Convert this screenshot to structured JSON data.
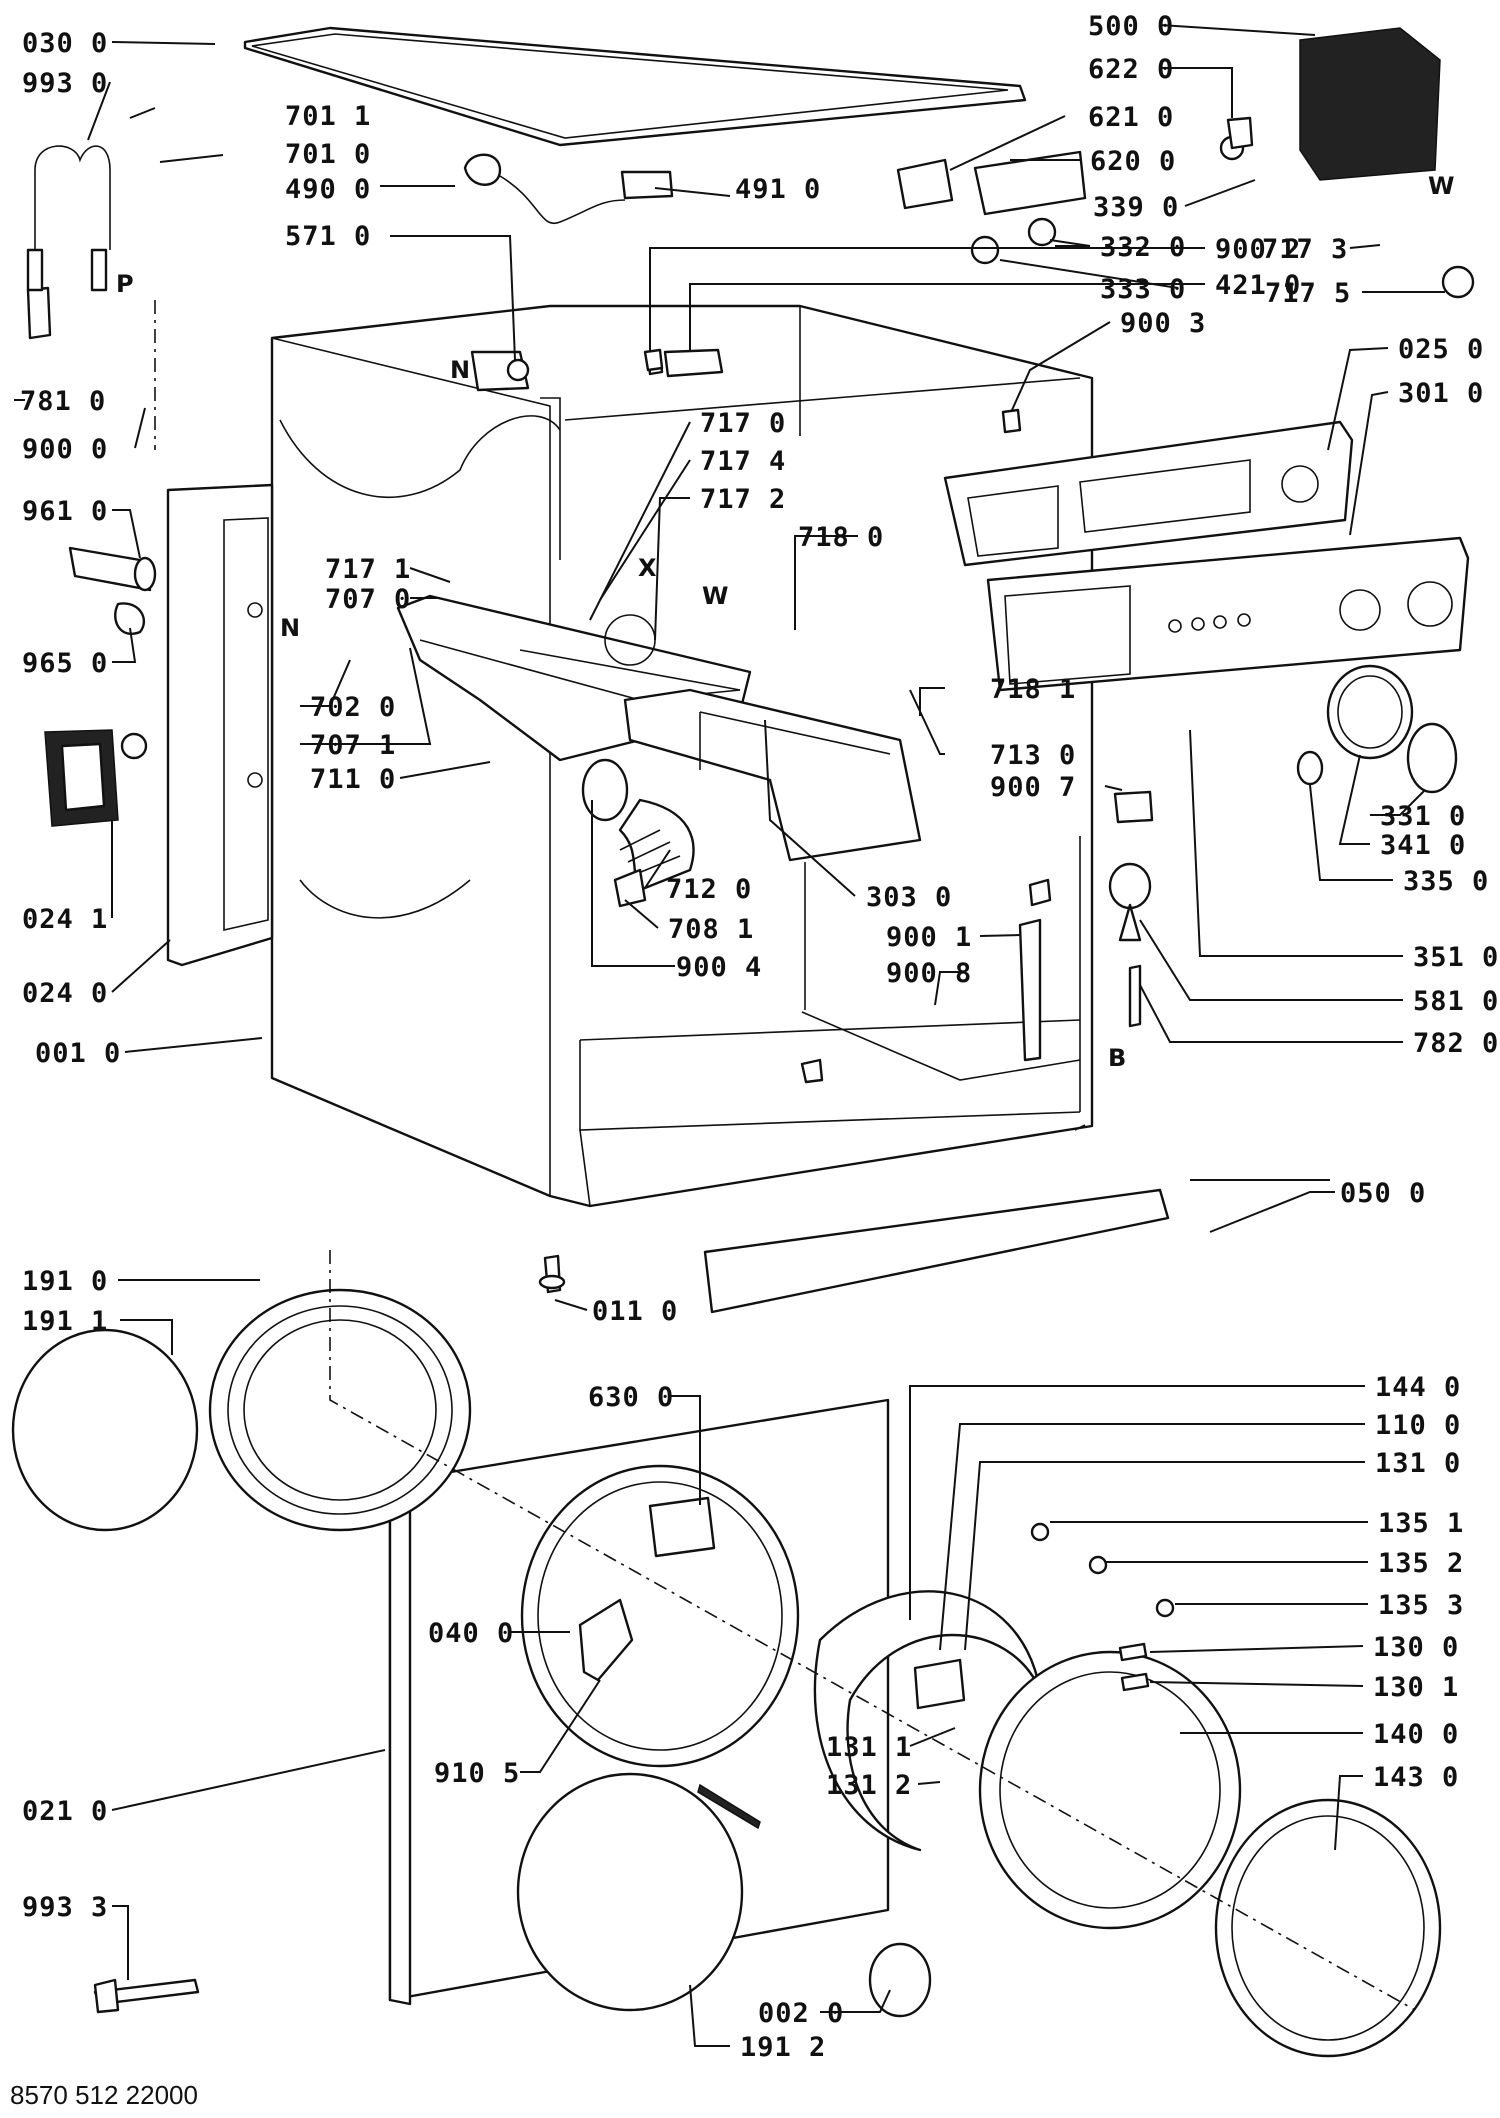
{
  "drawing_number": "8570 512 22000",
  "part_labels": [
    {
      "id": "030-0",
      "text": "030 0"
    },
    {
      "id": "993-0",
      "text": "993 0"
    },
    {
      "id": "701-1",
      "text": "701 1"
    },
    {
      "id": "701-0",
      "text": "701 0"
    },
    {
      "id": "490-0",
      "text": "490 0"
    },
    {
      "id": "571-0",
      "text": "571 0"
    },
    {
      "id": "781-0",
      "text": "781 0"
    },
    {
      "id": "900-0",
      "text": "900 0"
    },
    {
      "id": "961-0",
      "text": "961 0"
    },
    {
      "id": "965-0",
      "text": "965 0"
    },
    {
      "id": "024-1",
      "text": "024 1"
    },
    {
      "id": "024-0",
      "text": "024 0"
    },
    {
      "id": "001-0",
      "text": "001 0"
    },
    {
      "id": "717-1",
      "text": "717 1"
    },
    {
      "id": "707-0",
      "text": "707 0"
    },
    {
      "id": "702-0",
      "text": "702 0"
    },
    {
      "id": "707-1",
      "text": "707 1"
    },
    {
      "id": "711-0",
      "text": "711 0"
    },
    {
      "id": "491-0",
      "text": "491 0"
    },
    {
      "id": "900-2",
      "text": "900 2"
    },
    {
      "id": "421-0",
      "text": "421 0"
    },
    {
      "id": "717-0",
      "text": "717 0"
    },
    {
      "id": "717-4",
      "text": "717 4"
    },
    {
      "id": "717-2",
      "text": "717 2"
    },
    {
      "id": "718-0",
      "text": "718 0"
    },
    {
      "id": "712-0",
      "text": "712 0"
    },
    {
      "id": "708-1",
      "text": "708 1"
    },
    {
      "id": "900-4",
      "text": "900 4"
    },
    {
      "id": "303-0",
      "text": "303 0"
    },
    {
      "id": "900-1",
      "text": "900 1"
    },
    {
      "id": "900-8",
      "text": "900 8"
    },
    {
      "id": "718-1",
      "text": "718 1"
    },
    {
      "id": "713-0",
      "text": "713 0"
    },
    {
      "id": "900-7",
      "text": "900 7"
    },
    {
      "id": "500-0",
      "text": "500 0"
    },
    {
      "id": "622-0",
      "text": "622 0"
    },
    {
      "id": "621-0",
      "text": "621 0"
    },
    {
      "id": "620-0",
      "text": "620 0"
    },
    {
      "id": "339-0",
      "text": "339 0"
    },
    {
      "id": "332-0",
      "text": "332 0"
    },
    {
      "id": "333-0",
      "text": "333 0"
    },
    {
      "id": "900-3",
      "text": "900 3"
    },
    {
      "id": "717-3",
      "text": "717 3"
    },
    {
      "id": "717-5",
      "text": "717 5"
    },
    {
      "id": "025-0",
      "text": "025 0"
    },
    {
      "id": "301-0",
      "text": "301 0"
    },
    {
      "id": "331-0",
      "text": "331 0"
    },
    {
      "id": "341-0",
      "text": "341 0"
    },
    {
      "id": "335-0",
      "text": "335 0"
    },
    {
      "id": "351-0",
      "text": "351 0"
    },
    {
      "id": "581-0",
      "text": "581 0"
    },
    {
      "id": "782-0",
      "text": "782 0"
    },
    {
      "id": "050-0",
      "text": "050 0"
    },
    {
      "id": "011-0",
      "text": "011 0"
    },
    {
      "id": "191-0",
      "text": "191 0"
    },
    {
      "id": "191-1",
      "text": "191 1"
    },
    {
      "id": "630-0",
      "text": "630 0"
    },
    {
      "id": "040-0",
      "text": "040 0"
    },
    {
      "id": "910-5",
      "text": "910 5"
    },
    {
      "id": "021-0",
      "text": "021 0"
    },
    {
      "id": "993-3",
      "text": "993 3"
    },
    {
      "id": "191-2",
      "text": "191 2"
    },
    {
      "id": "002-0",
      "text": "002 0"
    },
    {
      "id": "131-1",
      "text": "131 1"
    },
    {
      "id": "131-2",
      "text": "131 2"
    },
    {
      "id": "144-0",
      "text": "144 0"
    },
    {
      "id": "110-0",
      "text": "110 0"
    },
    {
      "id": "131-0",
      "text": "131 0"
    },
    {
      "id": "135-1",
      "text": "135 1"
    },
    {
      "id": "135-2",
      "text": "135 2"
    },
    {
      "id": "135-3",
      "text": "135 3"
    },
    {
      "id": "130-0",
      "text": "130 0"
    },
    {
      "id": "130-1",
      "text": "130 1"
    },
    {
      "id": "140-0",
      "text": "140 0"
    },
    {
      "id": "143-0",
      "text": "143 0"
    }
  ],
  "letter_markers": [
    {
      "id": "P",
      "text": "P"
    },
    {
      "id": "N-top",
      "text": "N"
    },
    {
      "id": "N-left",
      "text": "N"
    },
    {
      "id": "X",
      "text": "X"
    },
    {
      "id": "W-dispenser",
      "text": "W"
    },
    {
      "id": "W-right",
      "text": "W"
    },
    {
      "id": "B",
      "text": "B"
    }
  ]
}
